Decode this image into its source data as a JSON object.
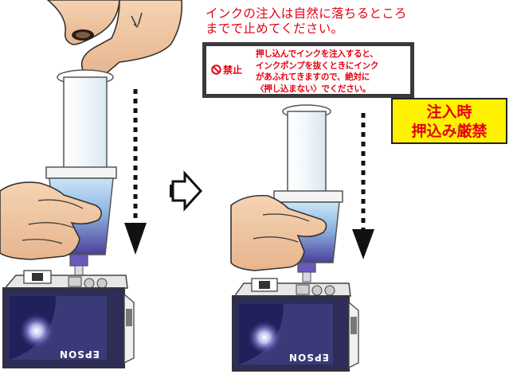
{
  "caption": {
    "line1": "インクの注入は自然に落ちるところ",
    "line2": "までで止めてください。"
  },
  "warning": {
    "label": "禁止",
    "icon": "prohibition-icon",
    "lines": [
      "押し込んでインクを注入すると、",
      "インクポンプを抜くときにインク",
      "があふれてきますので、絶対に",
      "〈押し込まない〉でください。"
    ]
  },
  "forbid_badge": {
    "line1": "注入時",
    "line2": "押込み厳禁"
  },
  "cartridge_brand": "EPSON",
  "colors": {
    "warning_red": "#e60012",
    "badge_yellow": "#fff200",
    "ink_purple": "#5b4fa8",
    "cartridge_navy": "#2a2a5c",
    "skin": "#f0c8a4"
  }
}
